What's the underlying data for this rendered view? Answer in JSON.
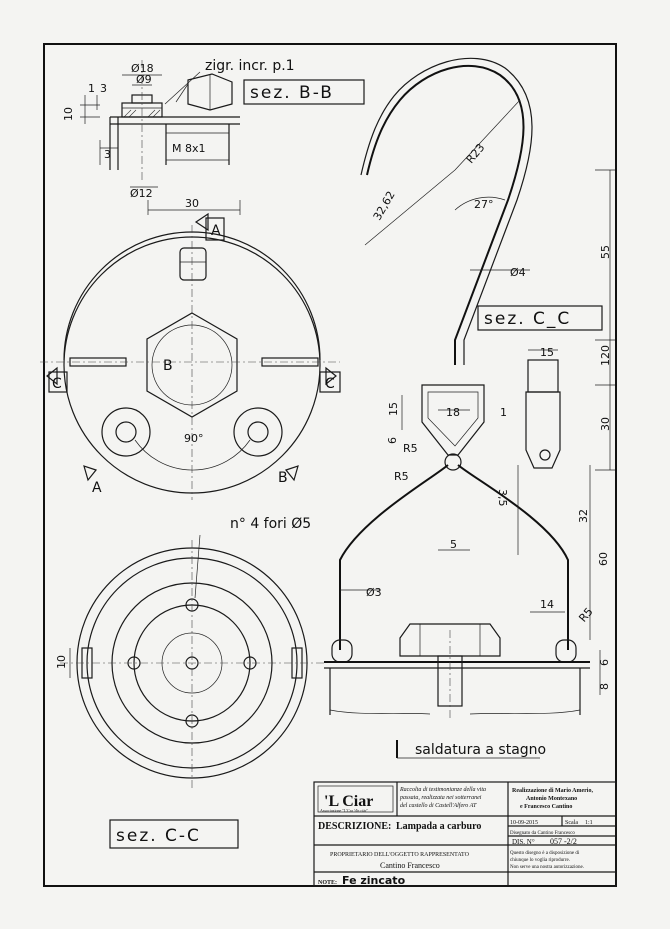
{
  "section_labels": {
    "bb": "sez. B-B",
    "cc_top": "sez. C_C",
    "cc_bottom": "sez. C-C"
  },
  "notes": {
    "knurl": "zigr. incr. p.1",
    "holes": "n° 4 fori Ø5",
    "solder": "saldatura a stagno"
  },
  "view_markers": {
    "a": "A",
    "b": "B",
    "c": "C"
  },
  "dimensions": {
    "d18": "Ø18",
    "d9": "Ø9",
    "d12": "Ø12",
    "m8": "M 8x1",
    "d1": "1",
    "d3a": "3",
    "d10": "10",
    "d3b": "3",
    "d30": "30",
    "angle90": "90°",
    "r23": "R23",
    "d3262": "32,62",
    "angle27": "27°",
    "d4": "Ø4",
    "d55": "55",
    "d120": "120",
    "d15top": "15",
    "d30r": "30",
    "d15": "15",
    "d18b": "18",
    "d1b": "1",
    "d6": "6",
    "r5a": "R5",
    "r5b": "R5",
    "d35": "3,5",
    "d32": "32",
    "d60": "60",
    "d5": "5",
    "d3c": "Ø3",
    "d14": "14",
    "r5c": "R5",
    "d6b": "6",
    "d8": "8",
    "d10b": "10"
  },
  "title_block": {
    "logo": "'L Ciar",
    "logo_sub": "Associazione \"L'Cra 'd'n ciàr\"",
    "info": [
      "Raccolta di testimonianze della vita",
      "passata, realizzata nei sotterranei",
      "del castello di Castell'Alfero AT"
    ],
    "authors": [
      "Realizzazione di Mario Amerio,",
      "Antonio Montexano",
      "e Francesco Cantino"
    ],
    "descr_label": "DESCRIZIONE:",
    "descr_value": "Lampada a carburo",
    "date": "10-09-2015",
    "scale_label": "Scala",
    "scale_value": "1:1",
    "drawn_by": "Disegnato da Cantino Francesco",
    "dis_label": "DIS. N°",
    "dis_value": "057 -2/2",
    "owner_label": "PROPRIETARIO DELL'OGGETTO RAPPRESENTATO",
    "owner_value": "Cantino Francesco",
    "note_label": "NOTE:",
    "note_value": "Fe zincato",
    "disclaimer": [
      "Questo disegno è a disposizione di",
      "chiunque lo voglia riprodurre.",
      "Non serve una nostra autorizzazione."
    ]
  }
}
